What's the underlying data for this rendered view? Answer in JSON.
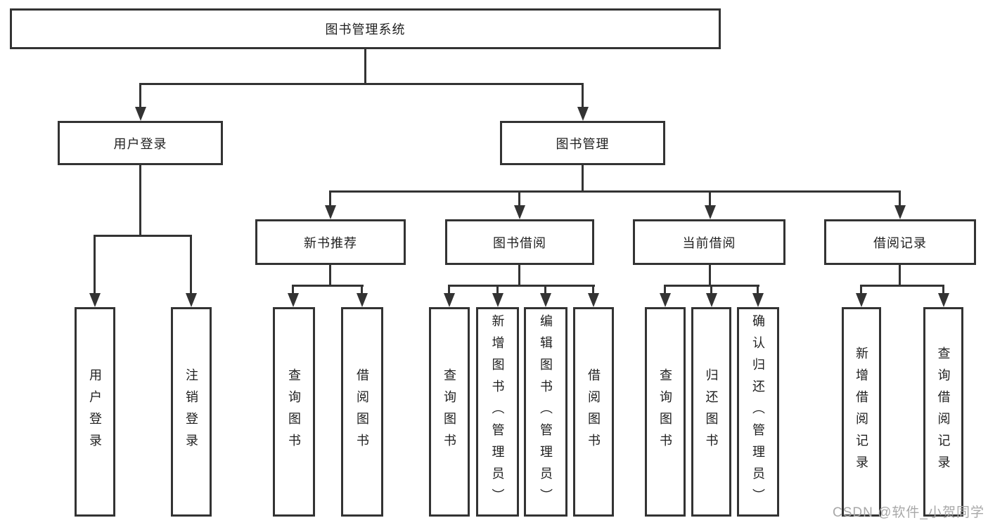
{
  "title": "图书管理系统",
  "branches": {
    "user_login": {
      "label": "用户登录"
    },
    "book_management": {
      "label": "图书管理"
    }
  },
  "modules": {
    "new_book_recommend": {
      "label": "新书推荐"
    },
    "book_borrowing": {
      "label": "图书借阅"
    },
    "current_borrowing": {
      "label": "当前借阅"
    },
    "borrowing_records": {
      "label": "借阅记录"
    }
  },
  "leaves": {
    "user_login": {
      "login": "用户登录",
      "logout": "注销登录"
    },
    "new_book_recommend": {
      "query": "查询图书",
      "borrow": "借阅图书"
    },
    "book_borrowing": {
      "query": "查询图书",
      "add": "新增图书（管理员）",
      "edit": "编辑图书（管理员）",
      "borrow": "借阅图书"
    },
    "current_borrowing": {
      "query": "查询图书",
      "return": "归还图书",
      "confirm": "确认归还（管理员）"
    },
    "borrowing_records": {
      "add": "新增借阅记录",
      "query": "查询借阅记录"
    }
  },
  "watermark": "CSDN @软件_小贺同学",
  "colors": {
    "line": "#333333",
    "text": "#1f1f1f",
    "watermark": "#a8a8a8",
    "background": "#ffffff"
  }
}
